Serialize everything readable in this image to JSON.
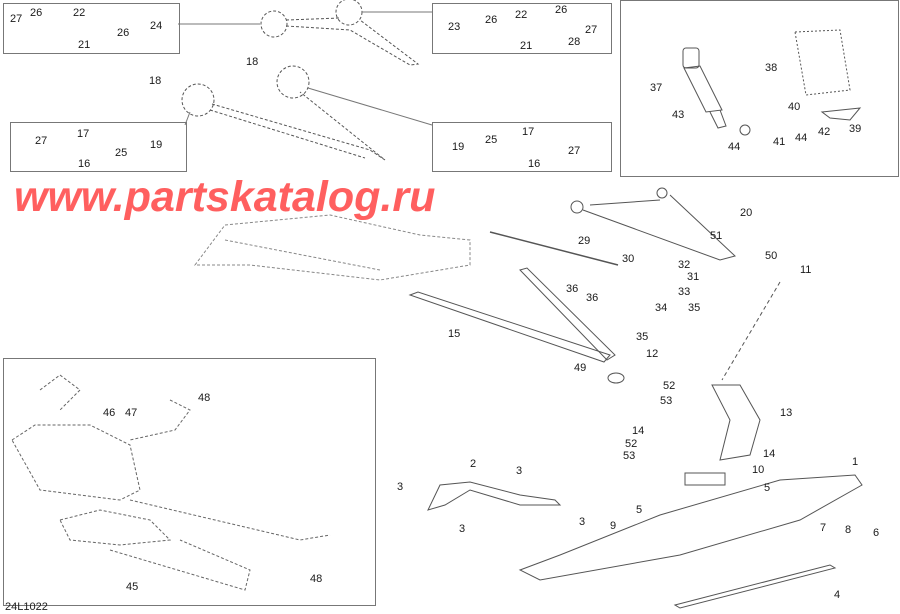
{
  "diagram_code": "24L1022",
  "watermark": "www.partskatalog.ru",
  "callouts": [
    "27",
    "26",
    "22",
    "24",
    "26",
    "21",
    "23",
    "26",
    "22",
    "26",
    "27",
    "28",
    "21",
    "27",
    "17",
    "25",
    "19",
    "16",
    "19",
    "25",
    "17",
    "27",
    "16",
    "18",
    "18",
    "37",
    "38",
    "40",
    "43",
    "42",
    "39",
    "44",
    "41",
    "44",
    "20",
    "29",
    "51",
    "30",
    "32",
    "50",
    "11",
    "31",
    "33",
    "36",
    "36",
    "34",
    "35",
    "15",
    "35",
    "12",
    "49",
    "52",
    "53",
    "13",
    "14",
    "52",
    "53",
    "14",
    "10",
    "1",
    "2",
    "3",
    "3",
    "3",
    "3",
    "5",
    "5",
    "9",
    "7",
    "8",
    "6",
    "4",
    "48",
    "46",
    "47",
    "45",
    "48"
  ]
}
